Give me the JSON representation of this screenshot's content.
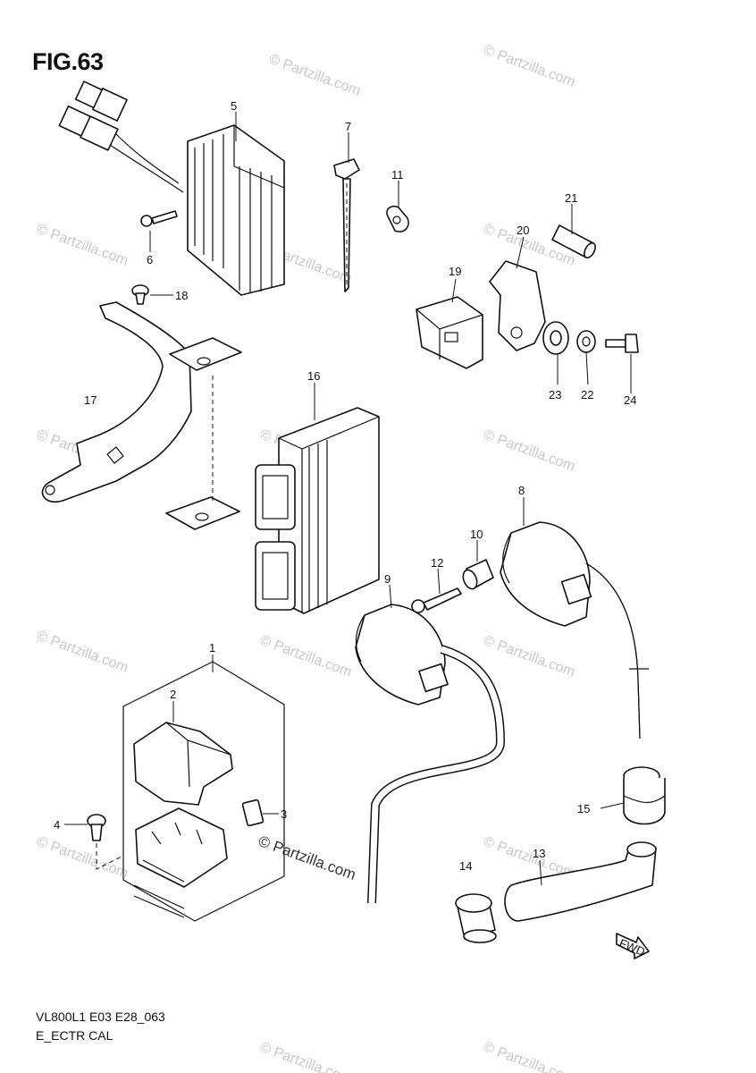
{
  "figure": {
    "title": "FIG.63",
    "model_code": "VL800L1 E03 E28_063",
    "section": "E_ECTR CAL",
    "watermark": "© Partzilla.com",
    "fwd_label": "FWD"
  },
  "callouts": {
    "c1": "1",
    "c2": "2",
    "c3": "3",
    "c4": "4",
    "c5": "5",
    "c6": "6",
    "c7": "7",
    "c8": "8",
    "c9": "9",
    "c10": "10",
    "c11": "11",
    "c12": "12",
    "c13": "13",
    "c14": "14",
    "c15": "15",
    "c16": "16",
    "c17": "17",
    "c18": "18",
    "c19": "19",
    "c20": "20",
    "c21": "21",
    "c22": "22",
    "c23": "23",
    "c24": "24"
  }
}
